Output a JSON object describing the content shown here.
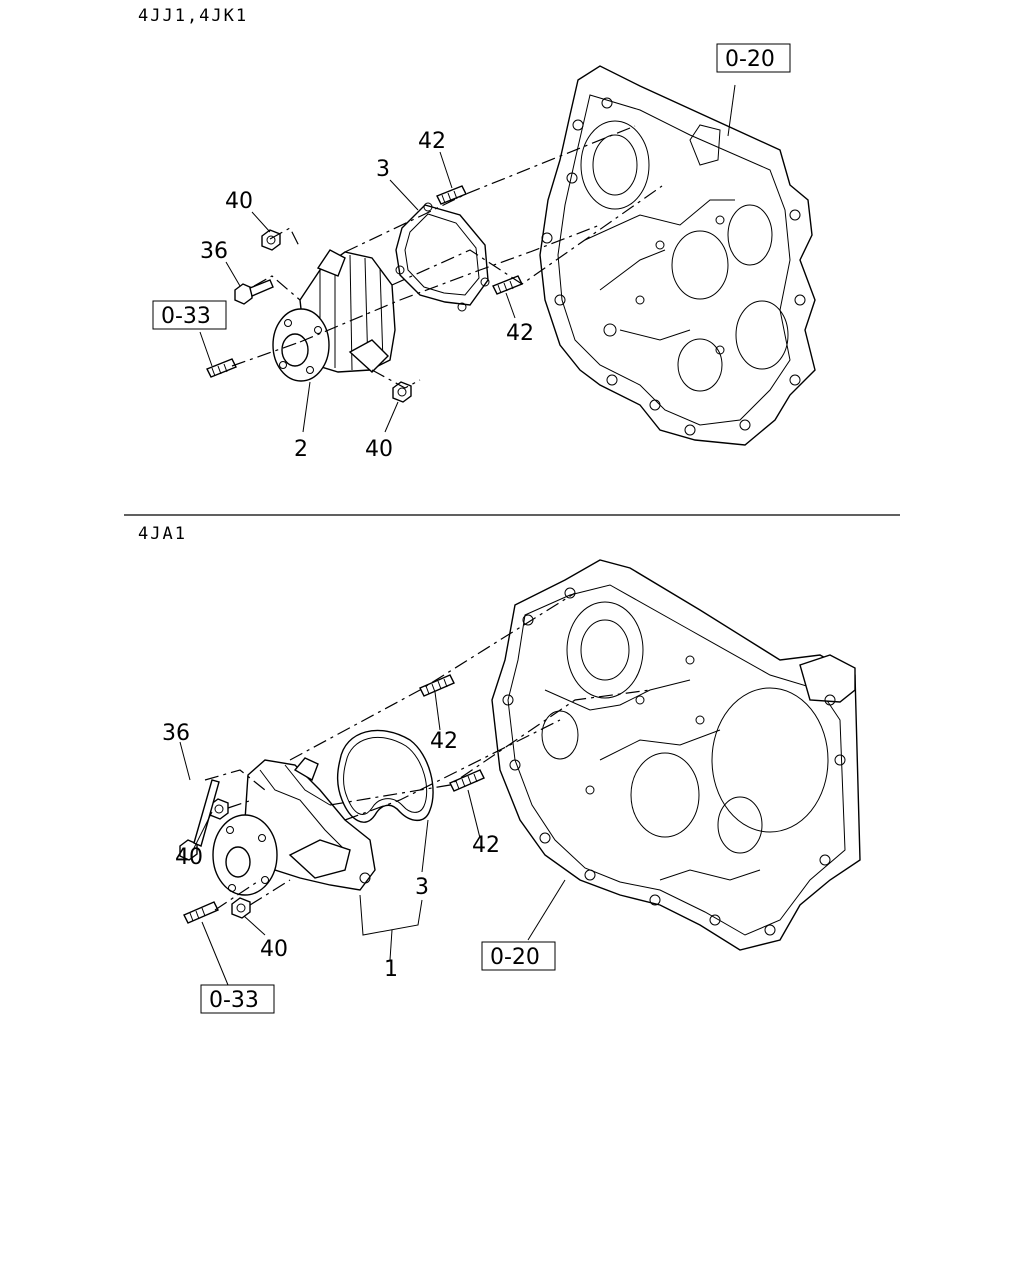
{
  "sections": [
    {
      "title": "4JJ1,4JK1",
      "callouts": {
        "ref_cover": "0-20",
        "ref_pump_stud": "0-33",
        "c42_top": "42",
        "c3": "3",
        "c40_top": "40",
        "c36": "36",
        "c42_right": "42",
        "c2": "2",
        "c40_bottom": "40"
      }
    },
    {
      "title": "4JA1",
      "callouts": {
        "c36": "36",
        "c42_top": "42",
        "c40_left": "40",
        "c42_bottom": "42",
        "c3": "3",
        "c40_bottom": "40",
        "c1": "1",
        "ref_cover": "0-20",
        "ref_pump_stud": "0-33"
      }
    }
  ]
}
